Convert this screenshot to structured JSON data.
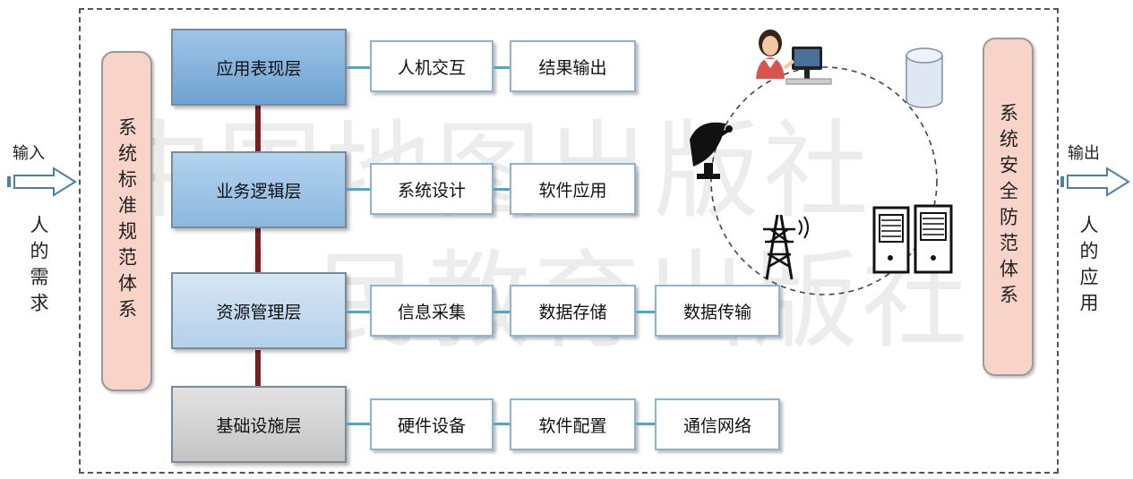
{
  "left": {
    "arrow_label": "输入",
    "caption": "人的需求"
  },
  "right": {
    "arrow_label": "输出",
    "caption": "人的应用"
  },
  "pill_left": "系统标准规范体系",
  "pill_right": "系统安全防范体系",
  "layers": [
    {
      "label": "应用表现层",
      "items": [
        "人机交互",
        "结果输出"
      ]
    },
    {
      "label": "业务逻辑层",
      "items": [
        "系统设计",
        "软件应用"
      ]
    },
    {
      "label": "资源管理层",
      "items": [
        "信息采集",
        "数据存储",
        "数据传输"
      ]
    },
    {
      "label": "基础设施层",
      "items": [
        "硬件设备",
        "软件配置",
        "通信网络"
      ]
    }
  ],
  "watermark": {
    "line1": "中国地图出版社",
    "line2": "人民教育出版社"
  },
  "icons": [
    "operator-icon",
    "database-icon",
    "satellite-dish-icon",
    "transmission-tower-icon",
    "server-icon"
  ]
}
